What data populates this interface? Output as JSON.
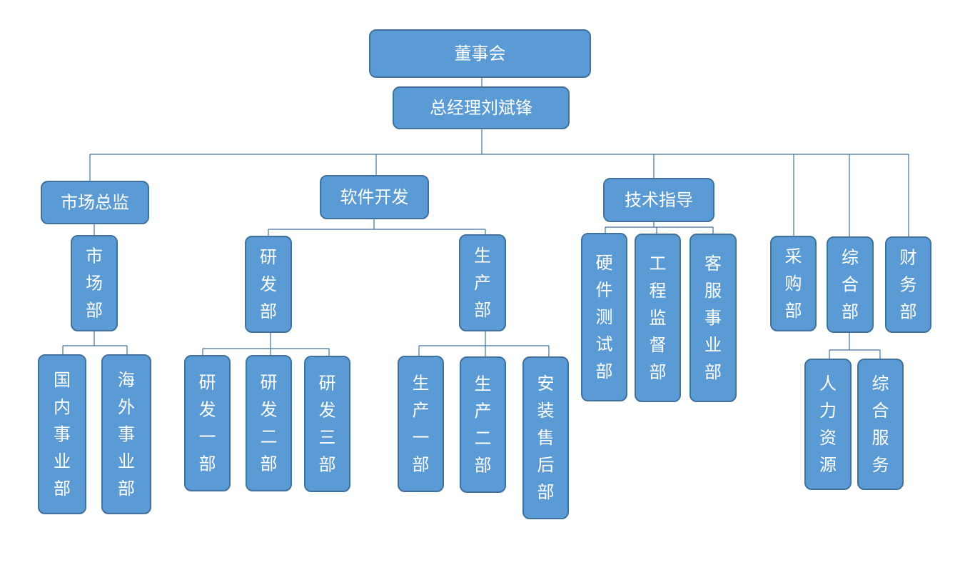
{
  "org": {
    "board": "董事会",
    "gm": "总经理刘斌锋",
    "market_director": "市场总监",
    "market_dept": "市场部",
    "domestic": "国内事业部",
    "overseas": "海外事业部",
    "software_dev": "软件开发",
    "rd_dept": "研发部",
    "rd1": "研发一部",
    "rd2": "研发二部",
    "rd3": "研发三部",
    "production_dept": "生产部",
    "prod1": "生产一部",
    "prod2": "生产二部",
    "install_after_sales": "安装售后部",
    "tech_guidance": "技术指导",
    "hw_testing": "硬件测试部",
    "eng_supervision": "工程监督部",
    "customer_service": "客服事业部",
    "purchasing": "采购部",
    "general_dept": "综合部",
    "hr": "人力资源",
    "general_services": "综合服务",
    "finance": "财务部"
  },
  "colors": {
    "box_fill": "#5b9bd5",
    "box_border": "#41719c",
    "text": "#ffffff",
    "connector": "#41719c"
  }
}
